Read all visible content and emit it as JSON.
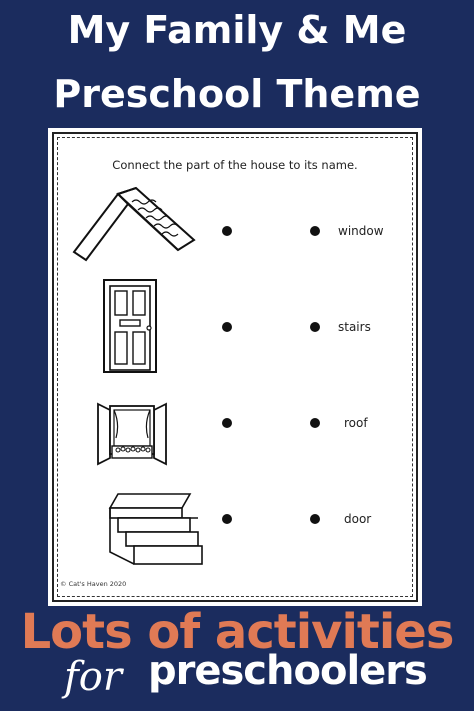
{
  "header": {
    "title_line1": "My Family & Me",
    "title_line2": "Preschool Theme"
  },
  "worksheet": {
    "instruction": "Connect the part of the house to its name.",
    "pictures": [
      "roof-icon",
      "door-icon",
      "window-icon",
      "stairs-icon"
    ],
    "words": [
      "window",
      "stairs",
      "roof",
      "door"
    ],
    "copyright": "© Cat's Haven 2020"
  },
  "footer": {
    "line1": "Lots of activities",
    "for": "for",
    "line2": "preschoolers"
  },
  "colors": {
    "background": "#1b2c5e",
    "accent": "#e07a55",
    "text": "#ffffff"
  }
}
